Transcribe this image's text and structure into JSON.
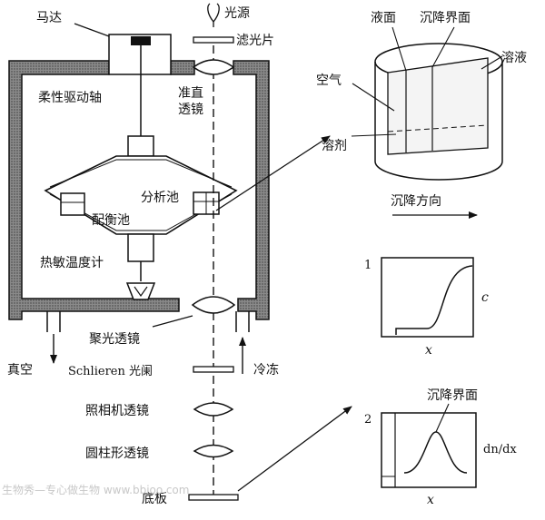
{
  "labels": {
    "motor": "马达",
    "light_source": "光源",
    "filter": "滤光片",
    "flex_shaft": "柔性驱动轴",
    "collimating_lens": [
      "准直",
      "透镜"
    ],
    "analysis_cell": "分析池",
    "balance_cell": "配衡池",
    "thermistor": "热敏温度计",
    "condenser_lens": "聚光透镜",
    "vacuum": "真空",
    "schlieren": "Schlieren 光阑",
    "refrigeration": "冷冻",
    "camera_lens": "照相机透镜",
    "cylindrical_lens": "圆柱形透镜",
    "baseplate": "底板",
    "meniscus": "液面",
    "boundary_top": "沉降界面",
    "solution": "溶液",
    "air": "空气",
    "solvent": "溶剂",
    "direction": "沉降方向",
    "boundary_peak": "沉降界面"
  },
  "plot1": {
    "number": "1",
    "ylabel": "c",
    "xlabel": "x"
  },
  "plot2": {
    "number": "2",
    "ylabel": "dn/dx",
    "xlabel": "x"
  },
  "watermark": "生物秀—专心做生物 www.bbioo.com"
}
